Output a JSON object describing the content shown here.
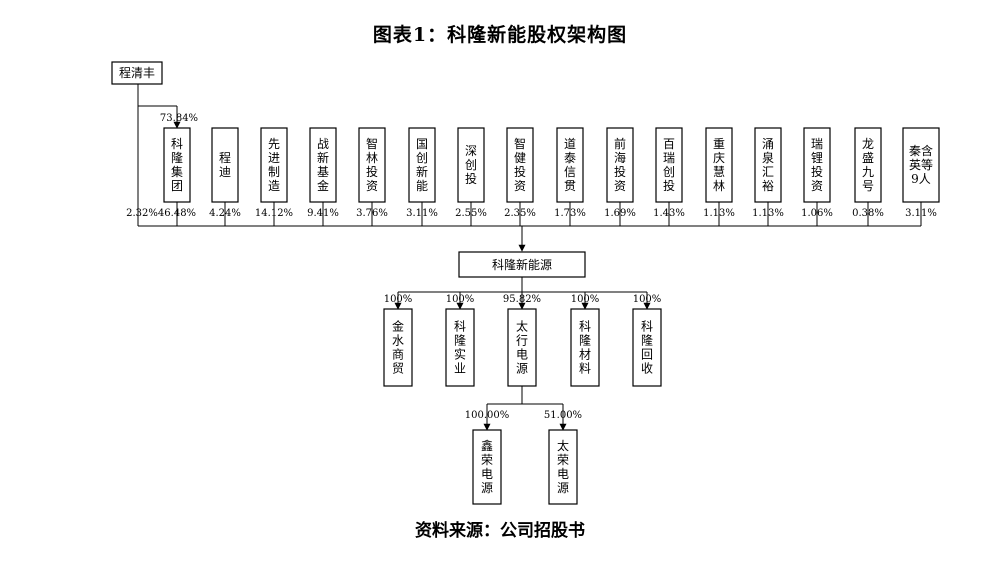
{
  "title": "图表1：科隆新能股权架构图",
  "source": "资料来源：公司招股书",
  "founder": {
    "name": "程清丰",
    "pct_to_group": "73.84%",
    "pct_direct": "2.32%"
  },
  "shareholders": [
    {
      "name": "科隆集团",
      "pct": "46.48%"
    },
    {
      "name": "程迪",
      "pct": "4.24%"
    },
    {
      "name": "先进制造",
      "pct": "14.12%"
    },
    {
      "name": "战新基金",
      "pct": "9.41%"
    },
    {
      "name": "智林投资",
      "pct": "3.76%"
    },
    {
      "name": "国创新能",
      "pct": "3.11%"
    },
    {
      "name": "深创投",
      "pct": "2.55%"
    },
    {
      "name": "智健投资",
      "pct": "2.35%"
    },
    {
      "name": "道泰信贯",
      "pct": "1.73%"
    },
    {
      "name": "前海投资",
      "pct": "1.69%"
    },
    {
      "name": "百瑞创投",
      "pct": "1.43%"
    },
    {
      "name": "重庆慧林",
      "pct": "1.13%"
    },
    {
      "name": "涌泉汇裕",
      "pct": "1.13%"
    },
    {
      "name": "瑞锂投资",
      "pct": "1.06%"
    },
    {
      "name": "龙盛九号",
      "pct": "0.38%"
    },
    {
      "name": "秦含英等9人",
      "pct": "3.11%"
    }
  ],
  "company": "科隆新能源",
  "subsidiaries": [
    {
      "name": "金水商贸",
      "pct": "100%"
    },
    {
      "name": "科隆实业",
      "pct": "100%"
    },
    {
      "name": "太行电源",
      "pct": "95.82%"
    },
    {
      "name": "科隆材料",
      "pct": "100%"
    },
    {
      "name": "科隆回收",
      "pct": "100%"
    }
  ],
  "sub_subsidiaries": [
    {
      "name": "鑫荣电源",
      "pct": "100.00%"
    },
    {
      "name": "太荣电源",
      "pct": "51.00%"
    }
  ]
}
